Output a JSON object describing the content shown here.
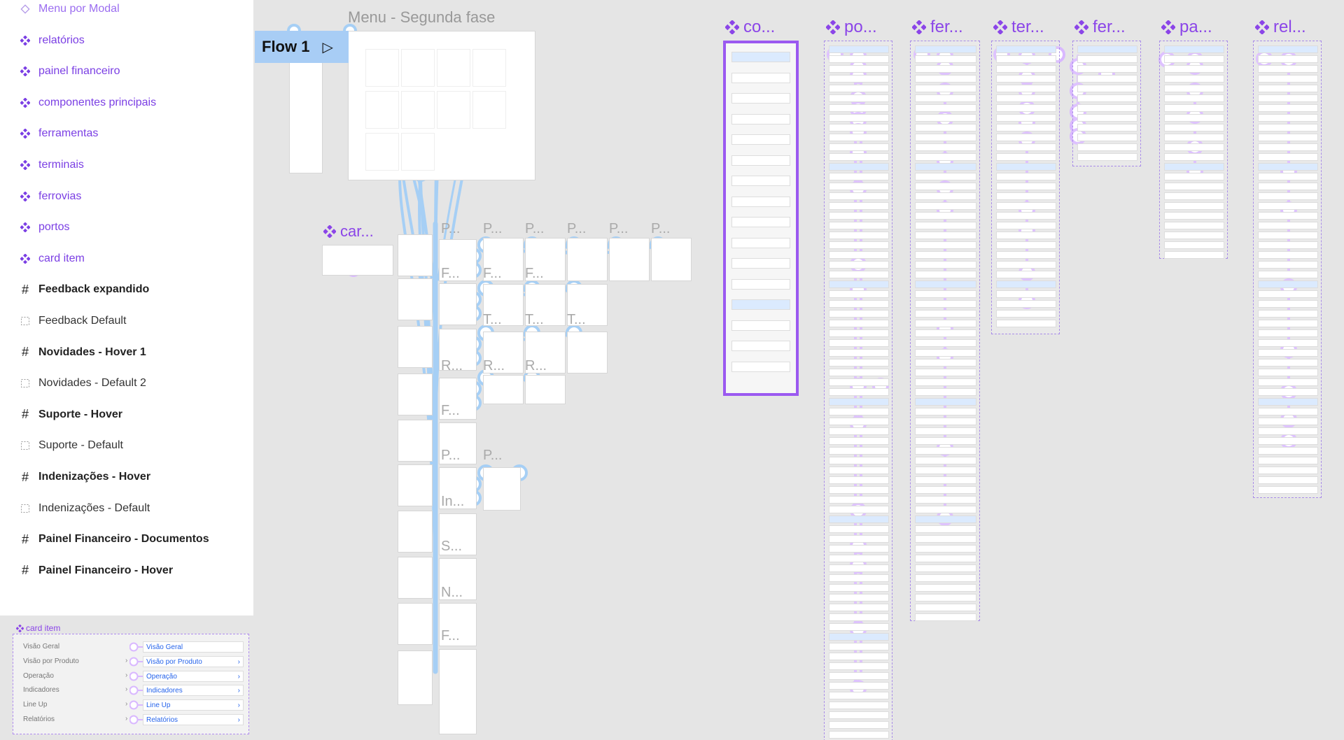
{
  "layers": {
    "items": [
      {
        "label": "Menu por Modal",
        "type": "variant"
      },
      {
        "label": "relatórios",
        "type": "component"
      },
      {
        "label": "painel financeiro",
        "type": "component"
      },
      {
        "label": "componentes principais",
        "type": "component"
      },
      {
        "label": "ferramentas",
        "type": "component"
      },
      {
        "label": "terminais",
        "type": "component"
      },
      {
        "label": "ferrovias",
        "type": "component"
      },
      {
        "label": "portos",
        "type": "component"
      },
      {
        "label": "card item",
        "type": "component"
      },
      {
        "label": "Feedback expandido",
        "type": "frame"
      },
      {
        "label": "Feedback Default",
        "type": "plain"
      },
      {
        "label": "Novidades - Hover 1",
        "type": "frame"
      },
      {
        "label": "Novidades - Default 2",
        "type": "plain"
      },
      {
        "label": "Suporte - Hover",
        "type": "frame"
      },
      {
        "label": "Suporte - Default",
        "type": "plain"
      },
      {
        "label": "Indenizações - Hover",
        "type": "frame"
      },
      {
        "label": "Indenizações - Default",
        "type": "plain"
      },
      {
        "label": "Painel Financeiro - Documentos",
        "type": "frame"
      },
      {
        "label": "Painel Financeiro - Hover",
        "type": "frame"
      }
    ]
  },
  "canvas": {
    "flow_label": "Flow 1",
    "menu_frame_label": "Menu - Segunda fase",
    "card_label": "car...",
    "component_labels": [
      "co...",
      "po...",
      "fer...",
      "ter...",
      "fer...",
      "pa...",
      "rel..."
    ],
    "ghost_labels": [
      "P...",
      "P...",
      "P...",
      "P...",
      "P...",
      "P...",
      "F...",
      "F...",
      "F...",
      "T...",
      "T...",
      "T...",
      "R...",
      "R...",
      "R...",
      "F...",
      "P...",
      "P...",
      "In...",
      "S...",
      "N...",
      "F..."
    ]
  },
  "card_item": {
    "title": "card item",
    "rows": [
      {
        "left": "Visão Geral",
        "right": "Visão Geral"
      },
      {
        "left": "Visão por Produto",
        "right": "Visão por Produto"
      },
      {
        "left": "Operação",
        "right": "Operação"
      },
      {
        "left": "Indicadores",
        "right": "Indicadores"
      },
      {
        "left": "Line Up",
        "right": "Line Up"
      },
      {
        "left": "Relatórios",
        "right": "Relatórios"
      }
    ]
  },
  "colors": {
    "accent": "#8b45e8",
    "flow_blue": "#a8cdf5",
    "connector_purple": "#d9b8ff",
    "connector_blue": "#a6cff5"
  }
}
